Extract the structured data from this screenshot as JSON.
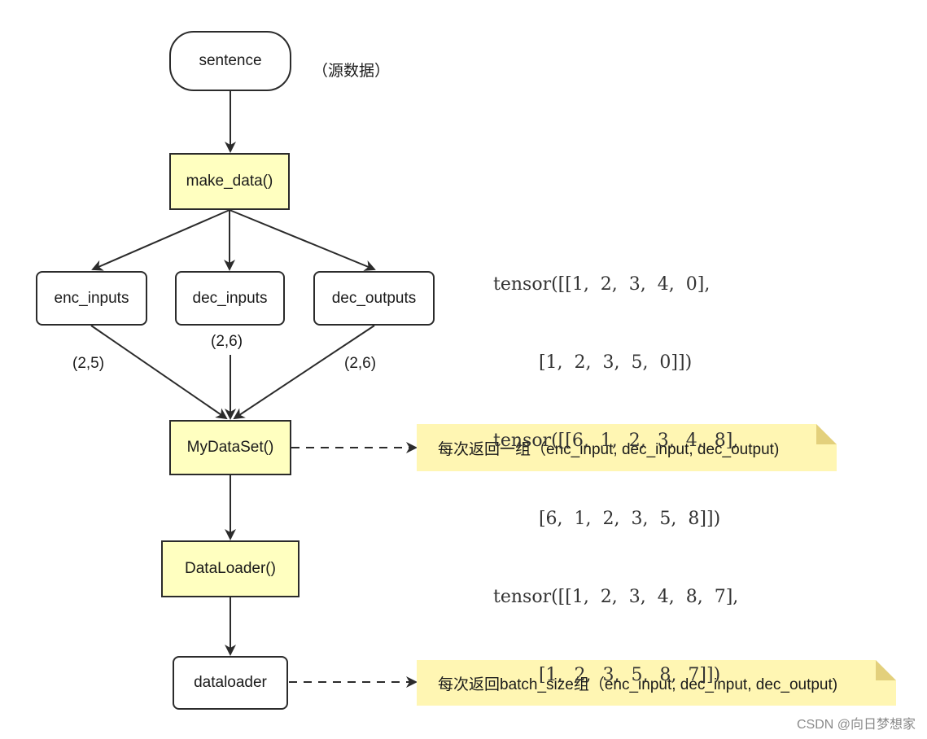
{
  "nodes": {
    "sentence": "sentence",
    "make_data": "make_data()",
    "enc_inputs": "enc_inputs",
    "dec_inputs": "dec_inputs",
    "dec_outputs": "dec_outputs",
    "mydataset": "MyDataSet()",
    "dataloader_fn": "DataLoader()",
    "dataloader": "dataloader"
  },
  "annotations": {
    "source_data": "（源数据）",
    "enc_shape": "(2,5)",
    "dec_in_shape": "(2,6)",
    "dec_out_shape": "(2,6)"
  },
  "notes": {
    "dataset_note": "每次返回一组（enc_input, dec_input, dec_output)",
    "loader_note": "每次返回batch_size组（enc_input, dec_input, dec_output)"
  },
  "tensor_lines": [
    "tensor([[1,  2,  3,  4,  0],",
    "        [1,  2,  3,  5,  0]])",
    "tensor([[6,  1,  2,  3,  4,  8],",
    "        [6,  1,  2,  3,  5,  8]])",
    "tensor([[1,  2,  3,  4,  8,  7],",
    "        [1,  2,  3,  5,  8,  7]])"
  ],
  "watermark": "CSDN @向日梦想家",
  "colors": {
    "process_fill": "#ffffc0",
    "note_fill": "#fff6b3",
    "stroke": "#2b2b2b"
  }
}
